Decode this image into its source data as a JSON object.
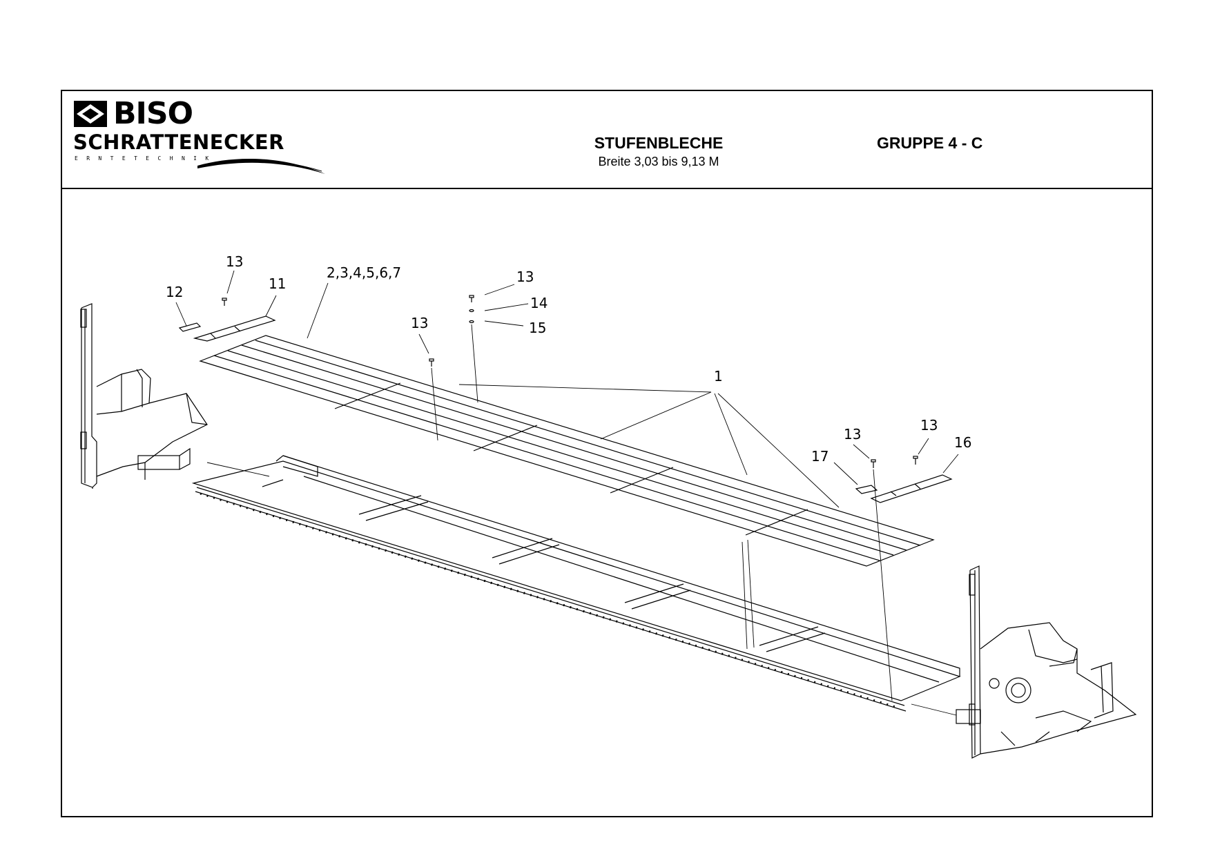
{
  "logo": {
    "brand_top": "BISO",
    "brand_name": "SCHRATTENECKER",
    "brand_sub": "ERNTETECHNIK",
    "icon": "diamond-logo-icon"
  },
  "header": {
    "title": "STUFENBLECHE",
    "subtitle": "Breite 3,03 bis 9,13 M",
    "group": "GRUPPE 4 - C"
  },
  "callouts": [
    {
      "id": "c-13-a",
      "text": "13"
    },
    {
      "id": "c-12",
      "text": "12"
    },
    {
      "id": "c-11",
      "text": "11"
    },
    {
      "id": "c-2-7",
      "text": "2,3,4,5,6,7"
    },
    {
      "id": "c-13-b",
      "text": "13"
    },
    {
      "id": "c-14",
      "text": "14"
    },
    {
      "id": "c-15",
      "text": "15"
    },
    {
      "id": "c-13-c",
      "text": "13"
    },
    {
      "id": "c-1",
      "text": "1"
    },
    {
      "id": "c-13-d",
      "text": "13"
    },
    {
      "id": "c-13-e",
      "text": "13"
    },
    {
      "id": "c-16",
      "text": "16"
    },
    {
      "id": "c-17",
      "text": "17"
    }
  ]
}
